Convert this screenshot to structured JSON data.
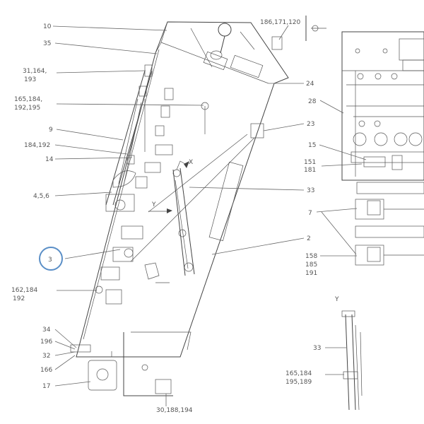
{
  "callouts": [
    {
      "id": "c10",
      "text": "10"
    },
    {
      "id": "c35",
      "text": "35"
    },
    {
      "id": "c31a",
      "text": "31,164,"
    },
    {
      "id": "c31b",
      "text": "193"
    },
    {
      "id": "c165a",
      "text": "165,184,"
    },
    {
      "id": "c165b",
      "text": "192,195"
    },
    {
      "id": "c9",
      "text": "9"
    },
    {
      "id": "c184",
      "text": "184,192"
    },
    {
      "id": "c14",
      "text": "14"
    },
    {
      "id": "c456",
      "text": "4,5,6"
    },
    {
      "id": "c3",
      "text": "3"
    },
    {
      "id": "c162a",
      "text": "162,184"
    },
    {
      "id": "c162b",
      "text": "192"
    },
    {
      "id": "c34",
      "text": "34"
    },
    {
      "id": "c196",
      "text": "196"
    },
    {
      "id": "c32",
      "text": "32"
    },
    {
      "id": "c166",
      "text": "166"
    },
    {
      "id": "c17",
      "text": "17"
    },
    {
      "id": "c186",
      "text": "186,171,120"
    },
    {
      "id": "c24",
      "text": "24"
    },
    {
      "id": "c28",
      "text": "28"
    },
    {
      "id": "c23",
      "text": "23"
    },
    {
      "id": "c15",
      "text": "15"
    },
    {
      "id": "c151a",
      "text": "151"
    },
    {
      "id": "c151b",
      "text": "181"
    },
    {
      "id": "c33",
      "text": "33"
    },
    {
      "id": "c7",
      "text": "7"
    },
    {
      "id": "c2",
      "text": "2"
    },
    {
      "id": "c158a",
      "text": "158"
    },
    {
      "id": "c158b",
      "text": "185"
    },
    {
      "id": "c158c",
      "text": "191"
    },
    {
      "id": "c30",
      "text": "30,188,194"
    },
    {
      "id": "cY1",
      "text": "Y"
    },
    {
      "id": "cX1",
      "text": "X"
    },
    {
      "id": "cY2",
      "text": "Y"
    },
    {
      "id": "c33b",
      "text": "33"
    },
    {
      "id": "c165c",
      "text": "165,184"
    },
    {
      "id": "c165d",
      "text": "195,189"
    }
  ],
  "highlight": {
    "label": "3",
    "color": "#5b8fc7"
  },
  "colors": {
    "line": "#555555",
    "text": "#555555",
    "background": "#ffffff"
  }
}
